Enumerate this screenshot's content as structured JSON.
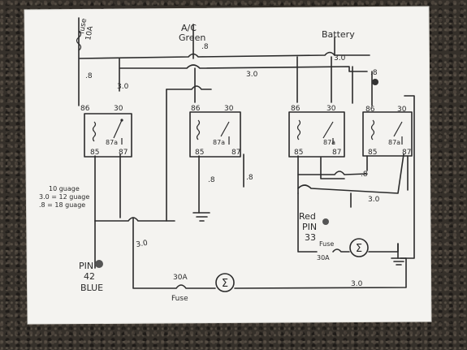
{
  "labels": {
    "fuse_top_1": "fuse",
    "fuse_top_2": "10A",
    "ac_1": "A/C",
    "ac_2": "Green",
    "battery": "Battery",
    "gauge_1": "10 guage",
    "gauge_2": "3.0 = 12 guage",
    "gauge_3": ".8 = 18 guage",
    "pin42_1": "PIN",
    "pin42_2": "42",
    "pin42_3": "BLUE",
    "red_pin_1": "Red",
    "red_pin_2": "PIN",
    "red_pin_3": "33",
    "fuse_bottom_amp": "30A",
    "fuse_bottom_label": "Fuse",
    "fuse_right_label": "Fuse",
    "fuse_right_amp": "30A"
  },
  "wire_labels": {
    "w_08_fuse": ".8",
    "w_08_ac": ".8",
    "w_30_top": "3.0",
    "w_30_mid": "3.0",
    "w_30_left": "3.0",
    "w_08_right": ".8",
    "w_08_r2a": ".8",
    "w_08_r2b": ".8",
    "w_08_r3": ".8",
    "w_30_r4": "3.0",
    "w_30_bottom": "3.0",
    "w_30_leftlow": "3.0"
  },
  "relays": [
    {
      "pin86": "86",
      "pin30": "30",
      "pin87a": "87a",
      "pin85": "85",
      "pin87": "87"
    },
    {
      "pin86": "86",
      "pin30": "30",
      "pin87a": "87a",
      "pin85": "85",
      "pin87": "87"
    },
    {
      "pin86": "86",
      "pin30": "30",
      "pin87a": "87a",
      "pin85": "85",
      "pin87": "87"
    },
    {
      "pin86": "86",
      "pin30": "30",
      "pin87a": "87a",
      "pin85": "85",
      "pin87": "87"
    }
  ],
  "motor_symbol": "Σ",
  "colors": {
    "paper": "#f4f3f0",
    "ink": "#2b2b2b",
    "counter": "#35302a"
  }
}
